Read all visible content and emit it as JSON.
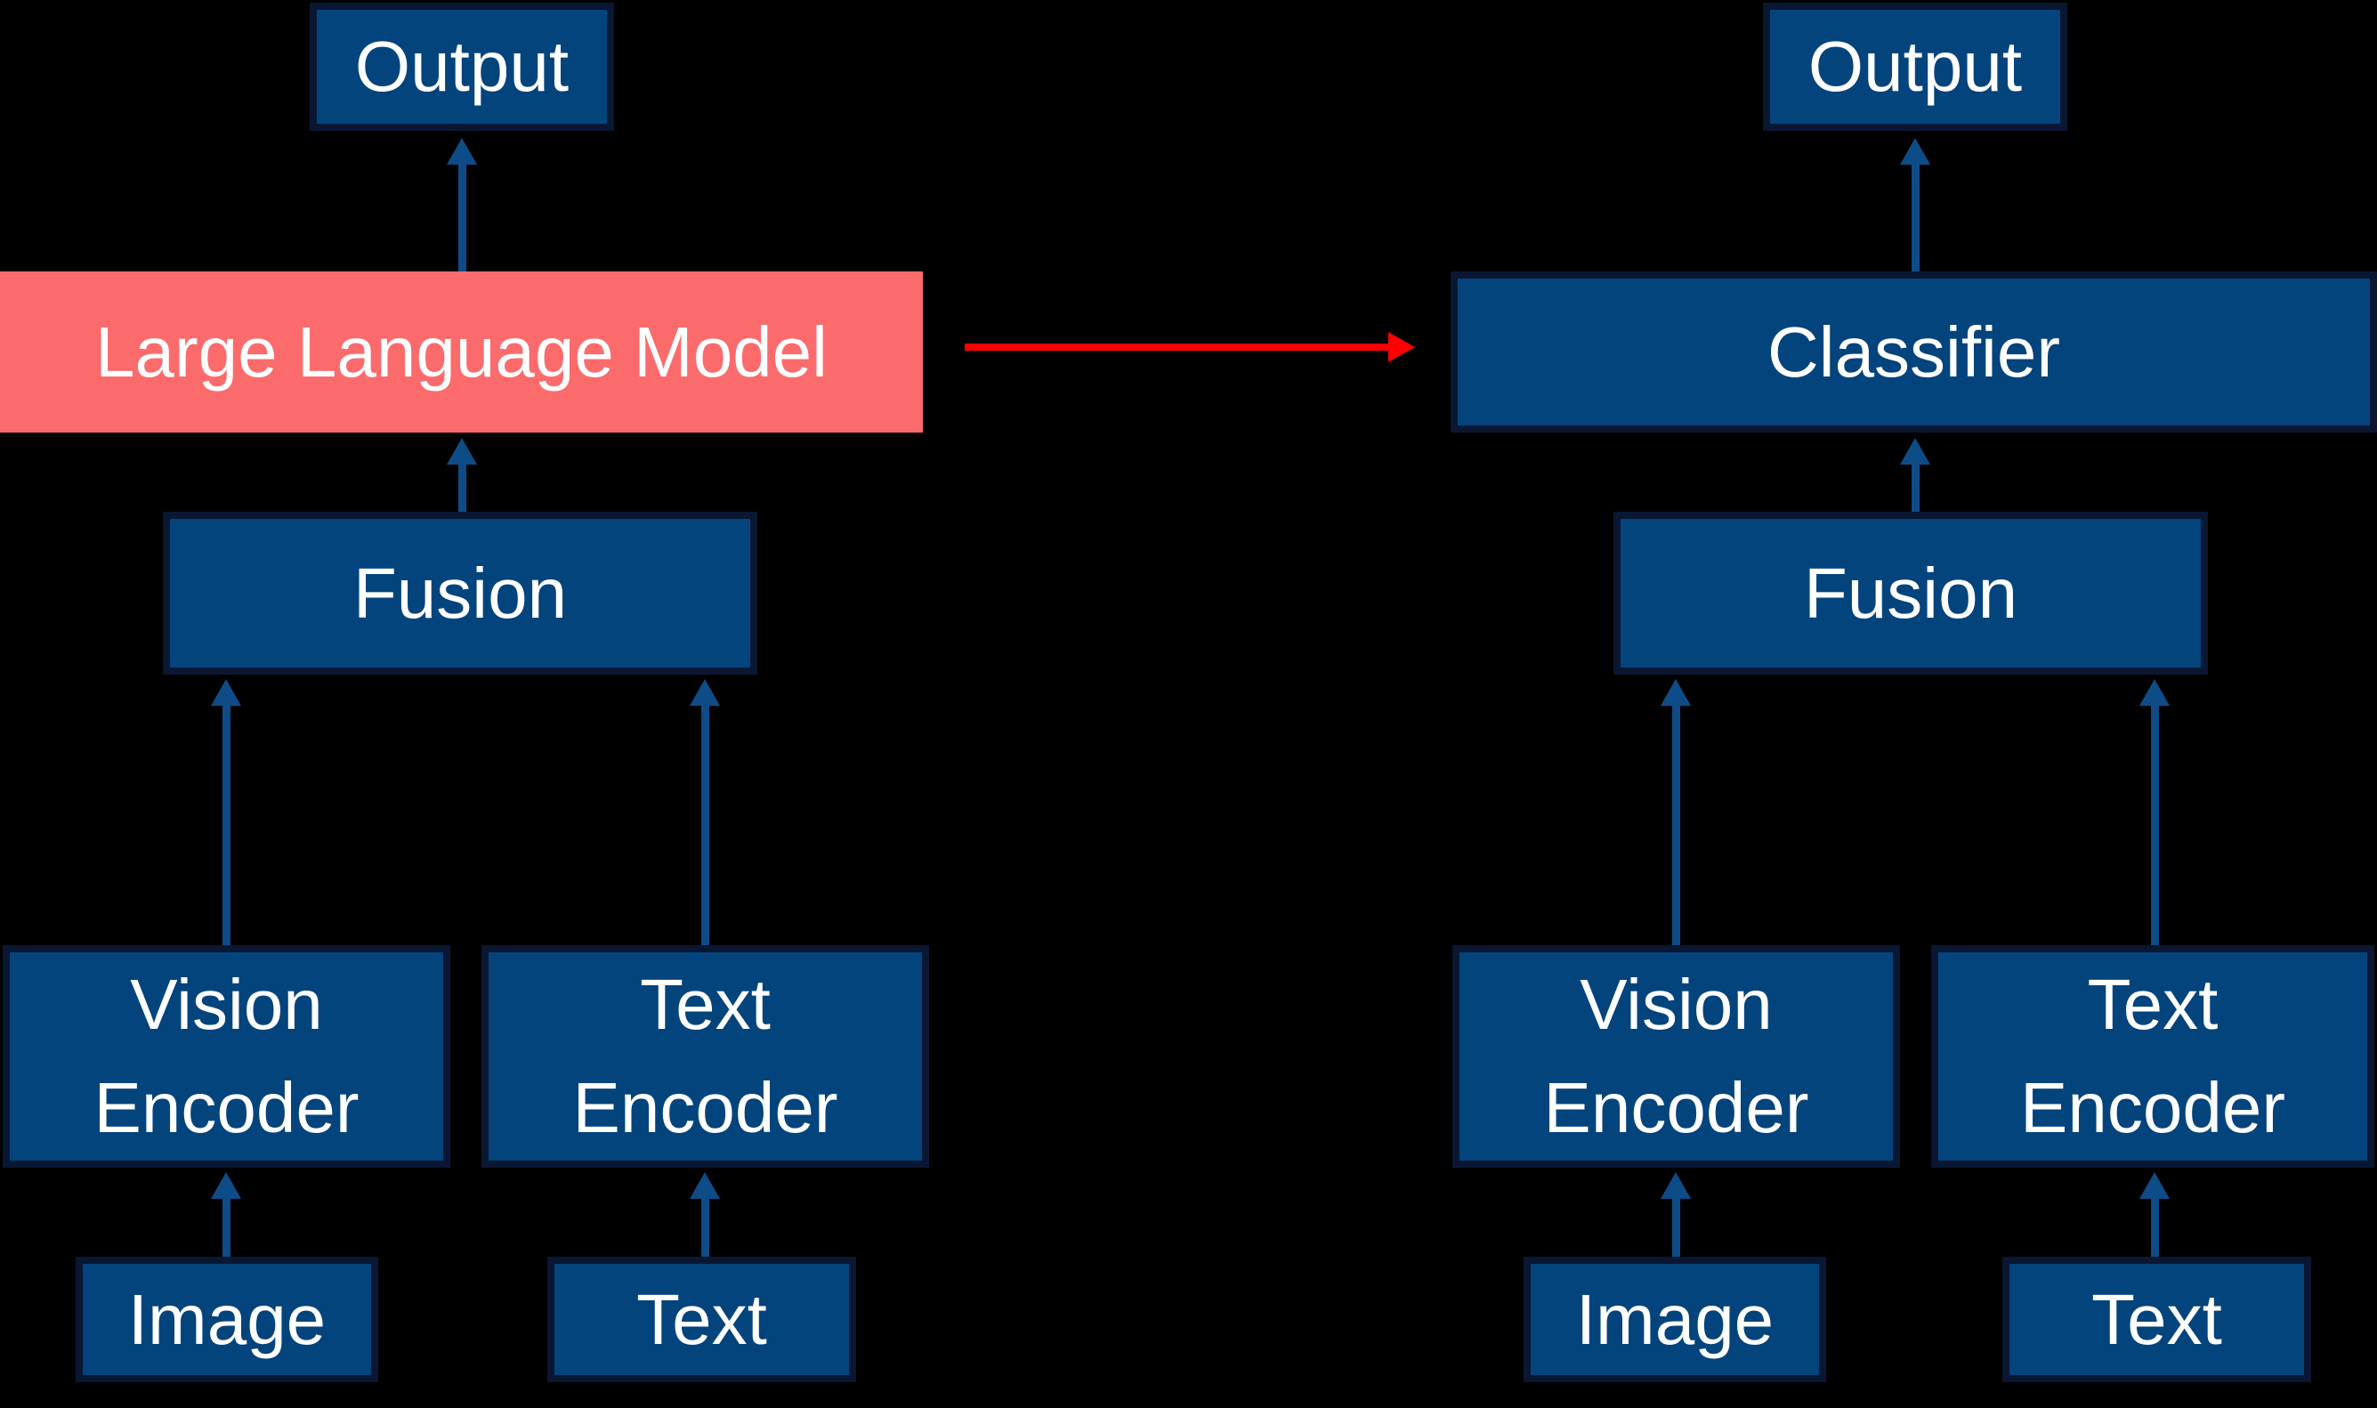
{
  "colors": {
    "background": "#000000",
    "box_fill": "#04447D",
    "box_border": "#0A1733",
    "accent_fill": "#FC6B6C",
    "arrow_blue": "#0E4C87",
    "arrow_red": "#FE0000",
    "label": "#FFFFFF"
  },
  "left_pipeline": {
    "output": "Output",
    "model": "Large Language Model",
    "fusion": "Fusion",
    "vision_encoder": "Vision Encoder",
    "text_encoder": "Text Encoder",
    "image_input": "Image",
    "text_input": "Text"
  },
  "right_pipeline": {
    "output": "Output",
    "model": "Classifier",
    "fusion": "Fusion",
    "vision_encoder": "Vision Encoder",
    "text_encoder": "Text Encoder",
    "image_input": "Image",
    "text_input": "Text"
  }
}
